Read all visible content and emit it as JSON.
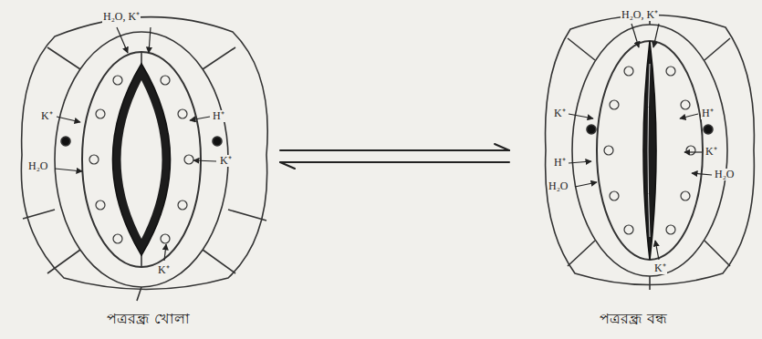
{
  "diagram": {
    "nodes": [
      {
        "text": [
          "পত্ররন্ধ্র খোলা"
        ]
      },
      {
        "text": [
          "পত্ররন্ধ্র বন্ধ"
        ]
      }
    ],
    "edges": [
      {
        "from": 0,
        "to": 1,
        "arrow": "both"
      }
    ],
    "labels": [
      "H₂O, K⁺",
      "K⁺",
      "H⁺",
      "H₂O",
      "K⁺",
      "K⁺",
      "H₂O, K⁺",
      "K⁺",
      "H⁺",
      "H⁺",
      "K⁺",
      "H₂O",
      "H₂O",
      "K⁺"
    ]
  }
}
